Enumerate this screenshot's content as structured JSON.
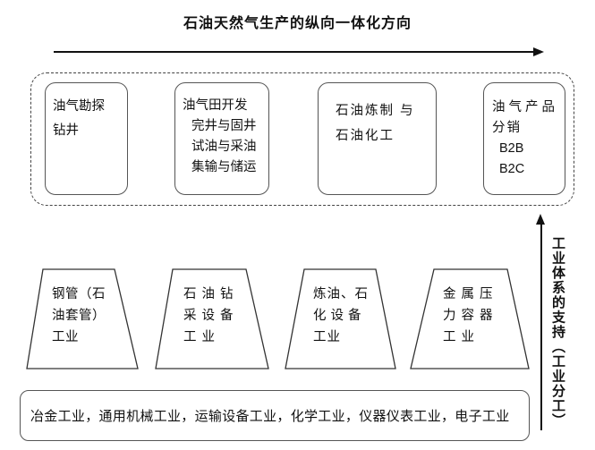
{
  "title": "石油天然气生产的纵向一体化方向",
  "chain_boxes": [
    {
      "name": "exploration-drilling",
      "lines": [
        "油气勘探",
        "钻井"
      ]
    },
    {
      "name": "field-development",
      "lines": [
        "油气田开发",
        "完井与固井",
        "试油与采油",
        "集输与储运"
      ]
    },
    {
      "name": "refining-petrochemical",
      "lines": [
        "石油炼制 与",
        "石油化工"
      ]
    },
    {
      "name": "product-distribution",
      "lines": [
        "油气产品",
        "分销",
        "B2B",
        "B2C"
      ]
    }
  ],
  "industry_trapezoids": [
    {
      "name": "steel-pipe-casing-industry",
      "lines": [
        "钢管（石",
        "油套管）",
        "工业"
      ]
    },
    {
      "name": "drilling-equipment-industry",
      "lines": [
        "石油钻",
        "采设备",
        "工业"
      ]
    },
    {
      "name": "refining-chemical-equipment-industry",
      "lines": [
        "炼油、石",
        "化设备",
        "工业"
      ]
    },
    {
      "name": "pressure-vessel-industry",
      "lines": [
        "金属压",
        "力容器",
        "工业"
      ]
    }
  ],
  "base_industries": "冶金工业，通用机械工业，运输设备工业，化学工业，仪器仪表工业，电子工业",
  "right_axis_label": "工业体系的支持（工业分工）",
  "colors": {
    "background": "#ffffff",
    "line": "#111111",
    "box_border": "#555555",
    "dashed_border": "#444444"
  }
}
